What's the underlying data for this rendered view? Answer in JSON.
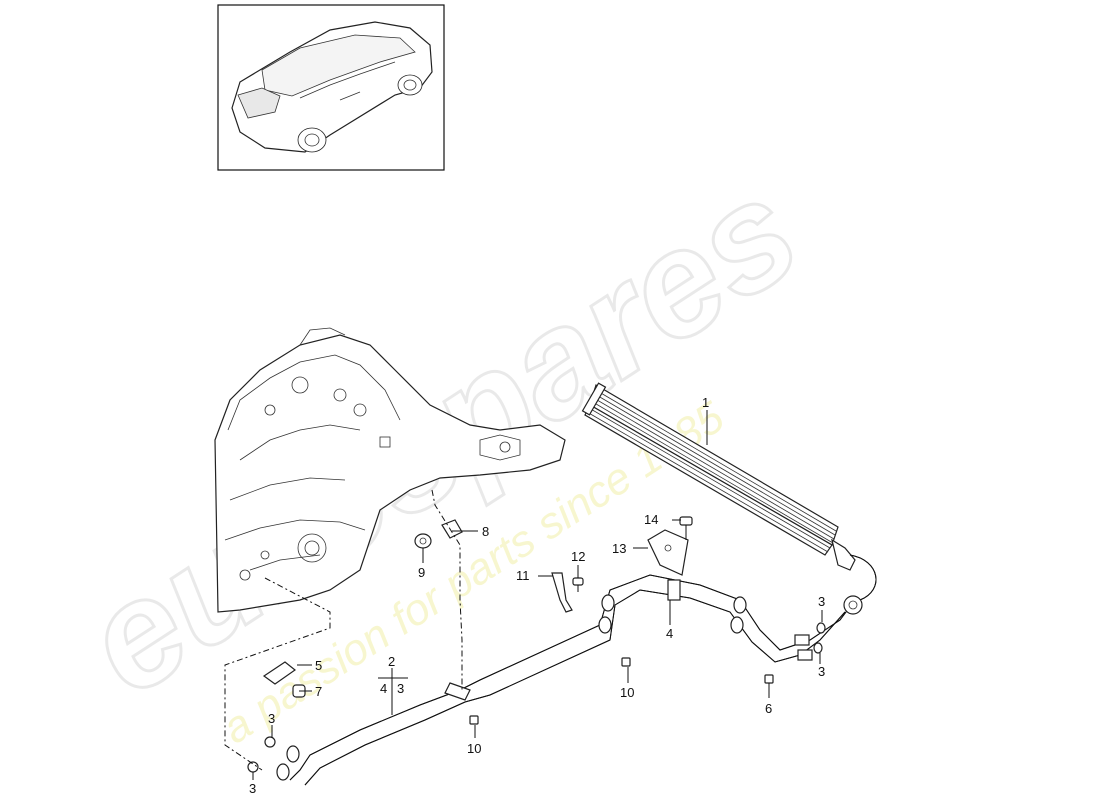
{
  "watermark": {
    "brand": "eurospares",
    "tagline": "a passion for parts since 1985"
  },
  "inset": {
    "name": "vehicle-overview"
  },
  "callouts": [
    {
      "id": "c1",
      "label": "1"
    },
    {
      "id": "c2",
      "label": "2"
    },
    {
      "id": "c2a",
      "label": "4"
    },
    {
      "id": "c2b",
      "label": "3"
    },
    {
      "id": "c3a",
      "label": "3"
    },
    {
      "id": "c3b",
      "label": "3"
    },
    {
      "id": "c3c",
      "label": "3"
    },
    {
      "id": "c3d",
      "label": "3"
    },
    {
      "id": "c4",
      "label": "4"
    },
    {
      "id": "c5",
      "label": "5"
    },
    {
      "id": "c6",
      "label": "6"
    },
    {
      "id": "c7",
      "label": "7"
    },
    {
      "id": "c8",
      "label": "8"
    },
    {
      "id": "c9",
      "label": "9"
    },
    {
      "id": "c10a",
      "label": "10"
    },
    {
      "id": "c10b",
      "label": "10"
    },
    {
      "id": "c11",
      "label": "11"
    },
    {
      "id": "c12",
      "label": "12"
    },
    {
      "id": "c13",
      "label": "13"
    },
    {
      "id": "c14",
      "label": "14"
    }
  ]
}
